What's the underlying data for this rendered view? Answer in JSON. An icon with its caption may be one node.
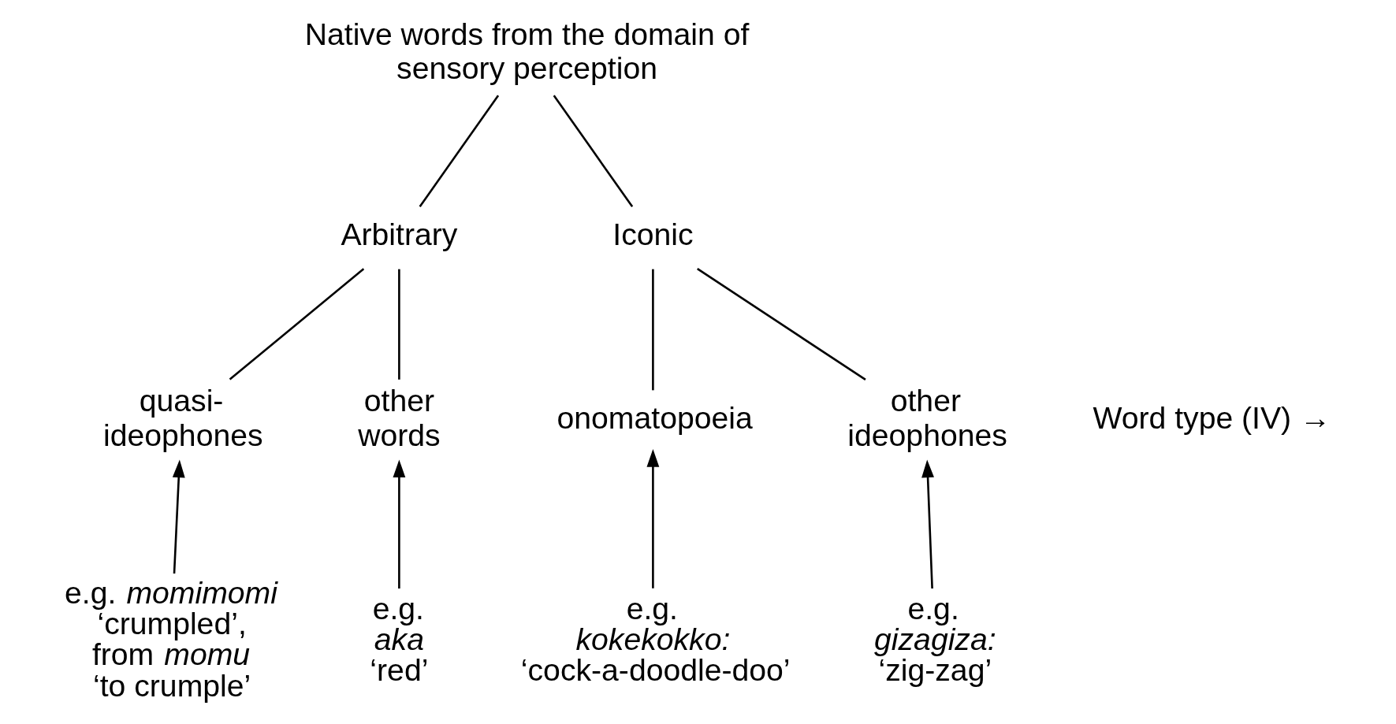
{
  "diagram": {
    "nodes": [
      {
        "text": [
          "Native words from the domain of sensory perception"
        ]
      },
      {
        "text": [
          "Arbitrary"
        ]
      },
      {
        "text": [
          "Iconic"
        ]
      },
      {
        "text": [
          "quasi- ideophones"
        ]
      },
      {
        "text": [
          "other words"
        ]
      },
      {
        "text": [
          "onomatopoeia"
        ]
      },
      {
        "text": [
          "other ideophones"
        ]
      },
      {
        "text": [
          "e.g. *momimomi* ‘crumpled’, from *momu* ‘to crumple’"
        ]
      },
      {
        "text": [
          "e.g. *aka* ‘red’"
        ]
      },
      {
        "text": [
          "e.g. *kokekokko:* ‘cock-a-doodle-doo’"
        ]
      },
      {
        "text": [
          "e.g. *gizagiza:* ‘zig-zag’"
        ]
      }
    ],
    "edges": [
      {
        "from": 0,
        "to": 1,
        "arrow": "none"
      },
      {
        "from": 0,
        "to": 2,
        "arrow": "none"
      },
      {
        "from": 1,
        "to": 3,
        "arrow": "none"
      },
      {
        "from": 1,
        "to": 4,
        "arrow": "none"
      },
      {
        "from": 2,
        "to": 5,
        "arrow": "none"
      },
      {
        "from": 2,
        "to": 6,
        "arrow": "none"
      },
      {
        "from": 7,
        "to": 3,
        "arrow": "to"
      },
      {
        "from": 8,
        "to": 4,
        "arrow": "to"
      },
      {
        "from": 9,
        "to": 5,
        "arrow": "to"
      },
      {
        "from": 10,
        "to": 6,
        "arrow": "to"
      }
    ],
    "labels": [
      "Word type (IV) →"
    ]
  }
}
